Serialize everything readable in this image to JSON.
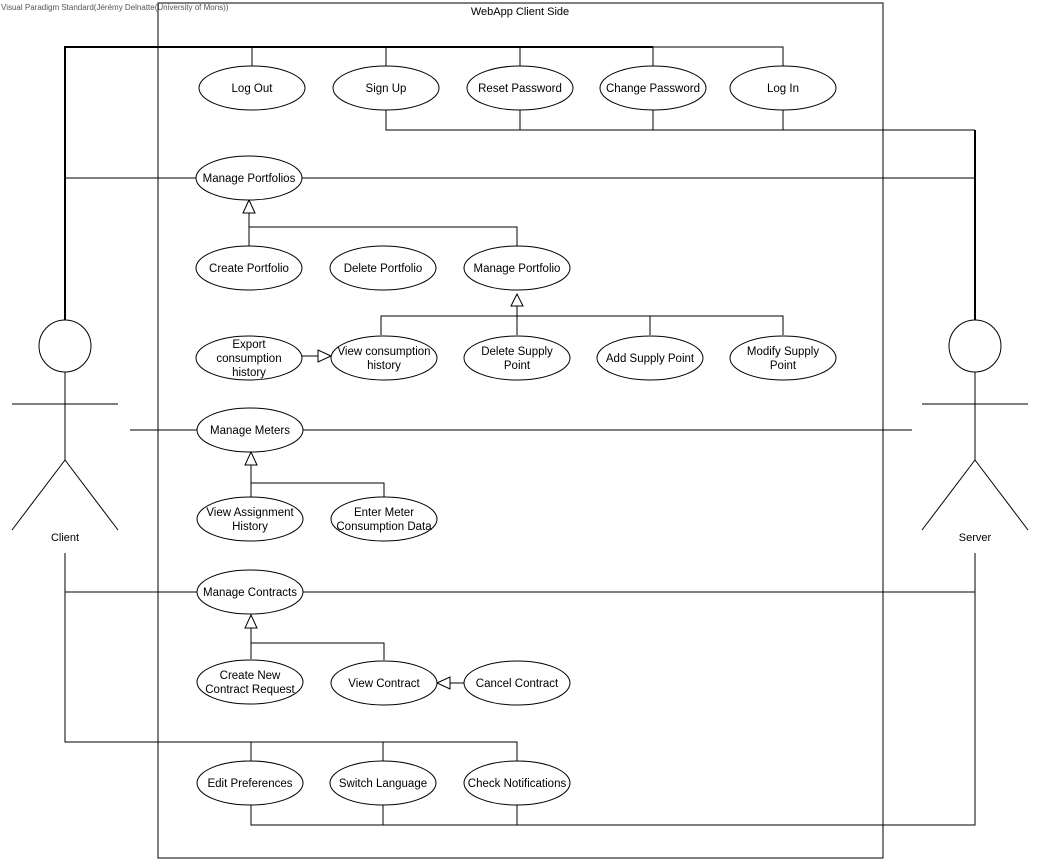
{
  "watermark": "Visual Paradigm Standard(Jérémy Delnatte(University of Mons))",
  "boundary": {
    "title": "WebApp Client Side"
  },
  "actors": {
    "client": {
      "name": "Client"
    },
    "server": {
      "name": "Server"
    }
  },
  "use_cases": {
    "log_out": [
      "Log Out"
    ],
    "sign_up": [
      "Sign Up"
    ],
    "reset_password": [
      "Reset Password"
    ],
    "change_password": [
      "Change Password"
    ],
    "log_in": [
      "Log In"
    ],
    "manage_portfolios": [
      "Manage Portfolios"
    ],
    "create_portfolio": [
      "Create Portfolio"
    ],
    "delete_portfolio": [
      "Delete Portfolio"
    ],
    "manage_portfolio": [
      "Manage Portfolio"
    ],
    "export_consumption_history": [
      "Export",
      "consumption",
      "history"
    ],
    "view_consumption_history": [
      "View consumption",
      "history"
    ],
    "delete_supply_point": [
      "Delete Supply",
      "Point"
    ],
    "add_supply_point": [
      "Add Supply Point"
    ],
    "modify_supply_point": [
      "Modify Supply",
      "Point"
    ],
    "manage_meters": [
      "Manage Meters"
    ],
    "view_assignment_history": [
      "View Assignment",
      "History"
    ],
    "enter_meter_consumption_data": [
      "Enter Meter",
      "Consumption Data"
    ],
    "manage_contracts": [
      "Manage Contracts"
    ],
    "create_new_contract_request": [
      "Create New",
      "Contract Request"
    ],
    "view_contract": [
      "View Contract"
    ],
    "cancel_contract": [
      "Cancel Contract"
    ],
    "edit_preferences": [
      "Edit Preferences"
    ],
    "switch_language": [
      "Switch Language"
    ],
    "check_notifications": [
      "Check Notifications"
    ]
  }
}
